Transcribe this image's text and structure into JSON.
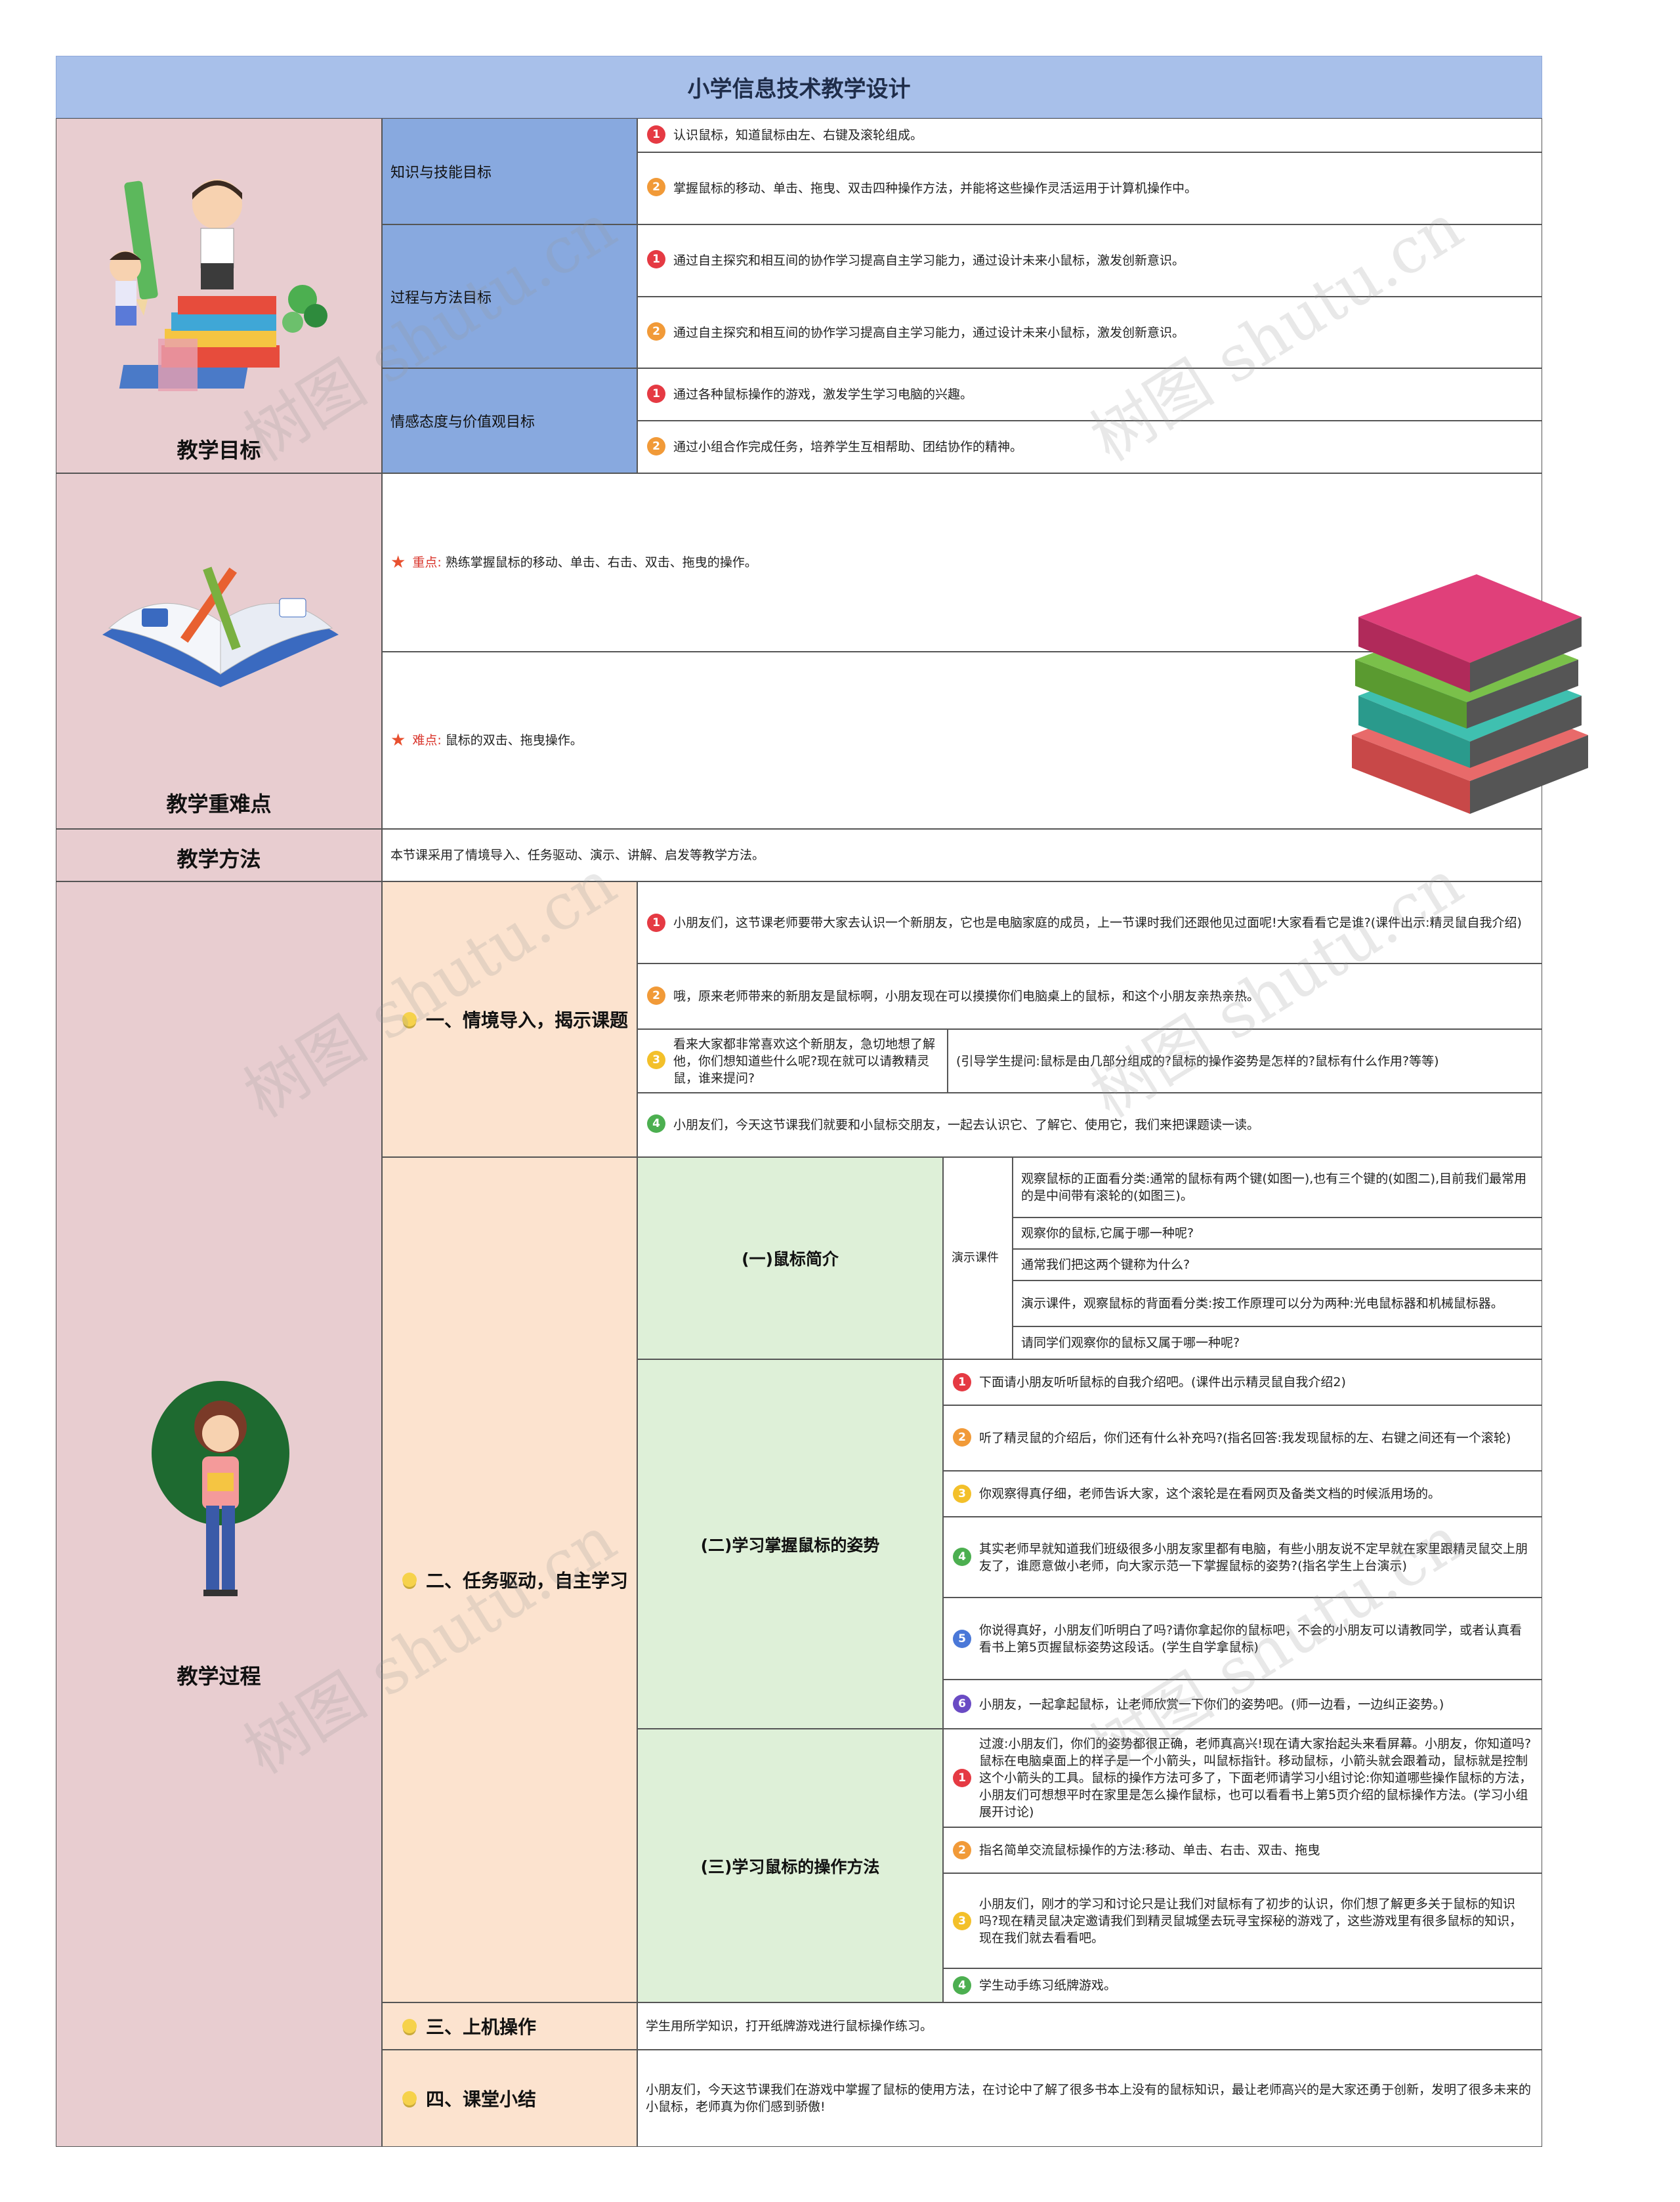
{
  "title": "小学信息技术教学设计",
  "sections": {
    "goals": "教学目标",
    "keypoints": "教学重难点",
    "method": "教学方法",
    "process": "教学过程"
  },
  "goals": {
    "knowledge": {
      "label": "知识与技能目标",
      "items": [
        "认识鼠标，知道鼠标由左、右键及滚轮组成。",
        "掌握鼠标的移动、单击、拖曳、双击四种操作方法，并能将这些操作灵活运用于计算机操作中。"
      ]
    },
    "process": {
      "label": "过程与方法目标",
      "items": [
        "通过自主探究和相互间的协作学习提高自主学习能力，通过设计未来小鼠标，激发创新意识。",
        "通过自主探究和相互间的协作学习提高自主学习能力，通过设计未来小鼠标，激发创新意识。"
      ]
    },
    "emotion": {
      "label": "情感态度与价值观目标",
      "items": [
        "通过各种鼠标操作的游戏，激发学生学习电脑的兴趣。",
        "通过小组合作完成任务，培养学生互相帮助、团结协作的精神。"
      ]
    }
  },
  "keypoints": {
    "key_label": "重点:",
    "key_text": "熟练掌握鼠标的移动、单击、右击、双击、拖曳的操作。",
    "hard_label": "难点:",
    "hard_text": "鼠标的双击、拖曳操作。"
  },
  "method_text": "本节课采用了情境导入、任务驱动、演示、讲解、启发等教学方法。",
  "process": {
    "phase1": {
      "label": "一、情境导入，揭示课题",
      "items": [
        "小朋友们，这节课老师要带大家去认识一个新朋友，它也是电脑家庭的成员，上一节课时我们还跟他见过面呢!大家看看它是谁?(课件出示:精灵鼠自我介绍)",
        "哦，原来老师带来的新朋友是鼠标啊，小朋友现在可以摸摸你们电脑桌上的鼠标，和这个小朋友亲热亲热。",
        "看来大家都非常喜欢这个新朋友，急切地想了解他，你们想知道些什么呢?现在就可以请教精灵鼠，谁来提问?",
        "小朋友们，今天这节课我们就要和小鼠标交朋友，一起去认识它、了解它、使用它，我们来把课题读一读。"
      ],
      "item3_note": "(引导学生提问:鼠标是由几部分组成的?鼠标的操作姿势是怎样的?鼠标有什么作用?等等)"
    },
    "phase2": {
      "label": "二、任务驱动，自主学习",
      "sub1": {
        "label": "(一)鼠标简介",
        "demo": "演示课件",
        "items": [
          "观察鼠标的正面看分类:通常的鼠标有两个键(如图一),也有三个键的(如图二),目前我们最常用的是中间带有滚轮的(如图三)。",
          "观察你的鼠标,它属于哪一种呢?",
          "通常我们把这两个键称为什么?",
          "演示课件，观察鼠标的背面看分类:按工作原理可以分为两种:光电鼠标器和机械鼠标器。",
          "请同学们观察你的鼠标又属于哪一种呢?"
        ]
      },
      "sub2": {
        "label": "(二)学习掌握鼠标的姿势",
        "items": [
          "下面请小朋友听听鼠标的自我介绍吧。(课件出示精灵鼠自我介绍2)",
          "听了精灵鼠的介绍后，你们还有什么补充吗?(指名回答:我发现鼠标的左、右键之间还有一个滚轮)",
          "你观察得真仔细，老师告诉大家，这个滚轮是在看网页及备类文档的时候派用场的。",
          "其实老师早就知道我们班级很多小朋友家里都有电脑，有些小朋友说不定早就在家里跟精灵鼠交上朋友了，谁愿意做小老师，向大家示范一下掌握鼠标的姿势?(指名学生上台演示)",
          "你说得真好，小朋友们听明白了吗?请你拿起你的鼠标吧，不会的小朋友可以请教同学，或者认真看看书上第5页握鼠标姿势这段话。(学生自学拿鼠标)",
          "小朋友，一起拿起鼠标，让老师欣赏一下你们的姿势吧。(师一边看，一边纠正姿势。)"
        ]
      },
      "sub3": {
        "label": "(三)学习鼠标的操作方法",
        "items": [
          "过渡:小朋友们，你们的姿势都很正确，老师真高兴!现在请大家抬起头来看屏幕。小朋友，你知道吗?鼠标在电脑桌面上的样子是一个小箭头，叫鼠标指针。移动鼠标，小箭头就会跟着动，鼠标就是控制这个小箭头的工具。鼠标的操作方法可多了，下面老师请学习小组讨论:你知道哪些操作鼠标的方法，小朋友们可想想平时在家里是怎么操作鼠标，也可以看看书上第5页介绍的鼠标操作方法。(学习小组展开讨论)",
          "指名简单交流鼠标操作的方法:移动、单击、右击、双击、拖曳",
          "小朋友们，刚才的学习和讨论只是让我们对鼠标有了初步的认识，你们想了解更多关于鼠标的知识吗?现在精灵鼠决定邀请我们到精灵鼠城堡去玩寻宝探秘的游戏了，这些游戏里有很多鼠标的知识，现在我们就去看看吧。",
          "学生动手练习纸牌游戏。"
        ]
      }
    },
    "phase3": {
      "label": "三、上机操作",
      "text": "学生用所学知识，打开纸牌游戏进行鼠标操作练习。"
    },
    "phase4": {
      "label": "四、课堂小结",
      "text": "小朋友们，今天这节课我们在游戏中掌握了鼠标的使用方法，在讨论中了解了很多书本上没有的鼠标知识，最让老师高兴的是大家还勇于创新，发明了很多未来的小鼠标，老师真为你们感到骄傲!"
    }
  },
  "watermark": "树图 shutu.cn",
  "numbers": [
    "1",
    "2",
    "3",
    "4",
    "5",
    "6"
  ]
}
